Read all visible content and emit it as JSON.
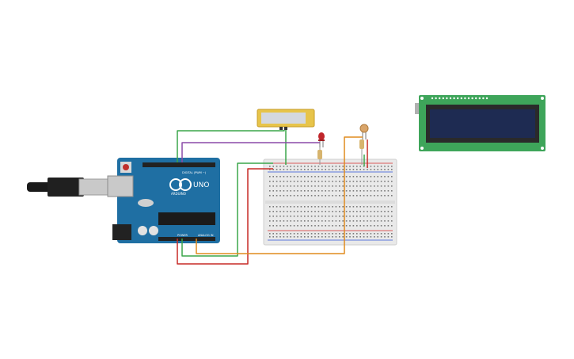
{
  "arduino": {
    "brand": "UNO",
    "maker": "ARDUINO",
    "digital_header_label": "DIGITAL (PWM ~)",
    "power_header_label": "POWER",
    "analog_header_label": "ANALOG IN",
    "board_color": "#1f6fa3"
  },
  "breadboard": {
    "color": "#e9e9e9",
    "rail_red": "#d42a2a",
    "rail_blue": "#2a4fd4"
  },
  "lcd": {
    "pcb_color": "#3ea55a",
    "screen_color": "#1e2b52"
  },
  "sensor": {
    "body_color": "#e7c44a",
    "window_color": "#d4d8df"
  },
  "led": {
    "color": "#c0262b"
  },
  "wires": {
    "green": "#3aa64a",
    "purple": "#8a4aa8",
    "red": "#c72a26",
    "orange": "#e08b1f"
  }
}
